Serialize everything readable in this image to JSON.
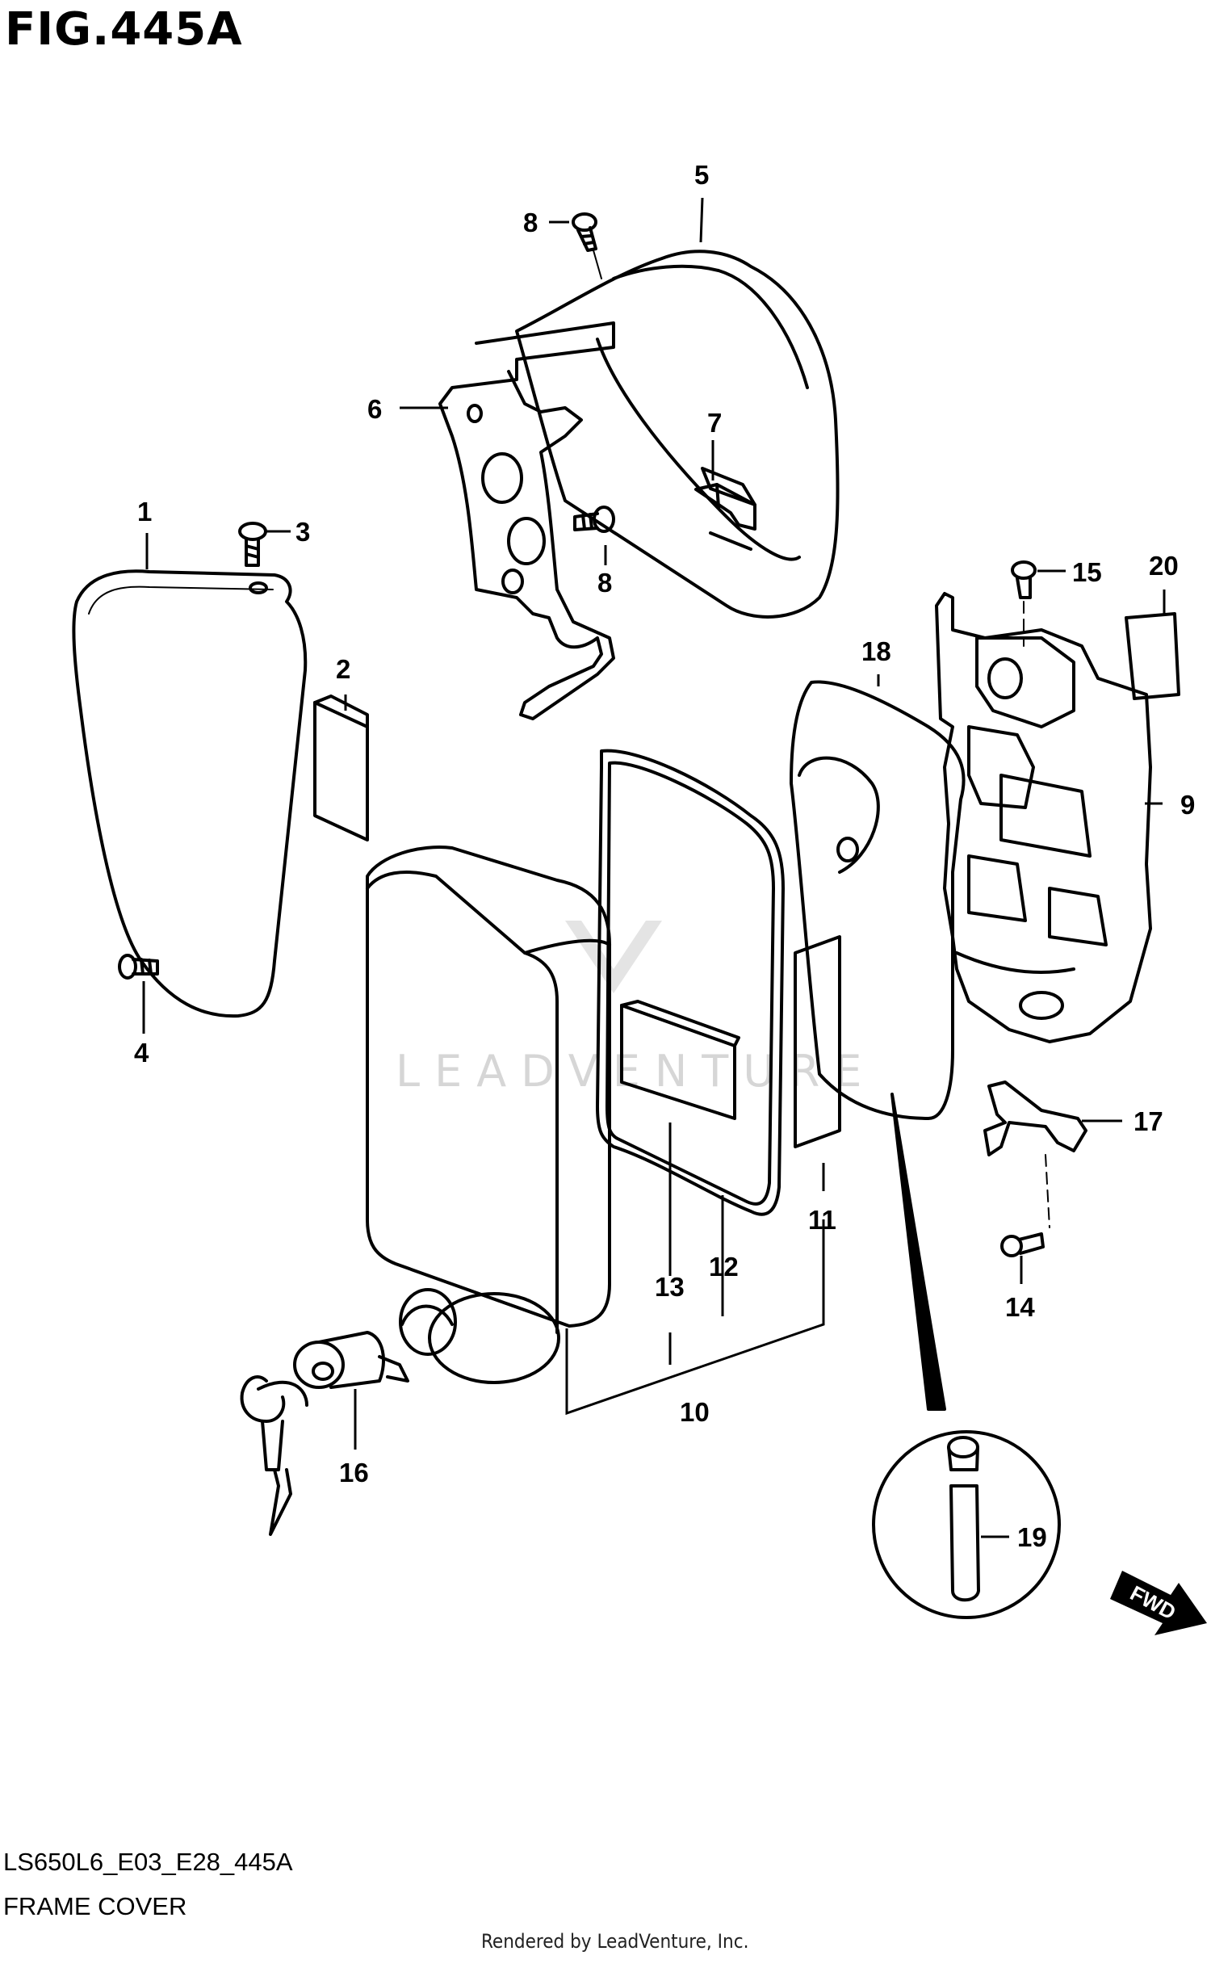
{
  "figure": {
    "title": "FIG.445A",
    "model_code": "LS650L6_E03_E28_445A",
    "caption": "FRAME COVER",
    "credit": "Rendered by LeadVenture, Inc.",
    "watermark": "LEADVENTURE",
    "direction_label": "FWD"
  },
  "callouts": [
    "1",
    "2",
    "3",
    "4",
    "5",
    "6",
    "7",
    "8",
    "8",
    "9",
    "10",
    "11",
    "12",
    "13",
    "14",
    "15",
    "16",
    "17",
    "18",
    "19",
    "20"
  ],
  "colors": {
    "line": "#000000",
    "background": "#ffffff",
    "watermark": "#d6d6d6"
  }
}
